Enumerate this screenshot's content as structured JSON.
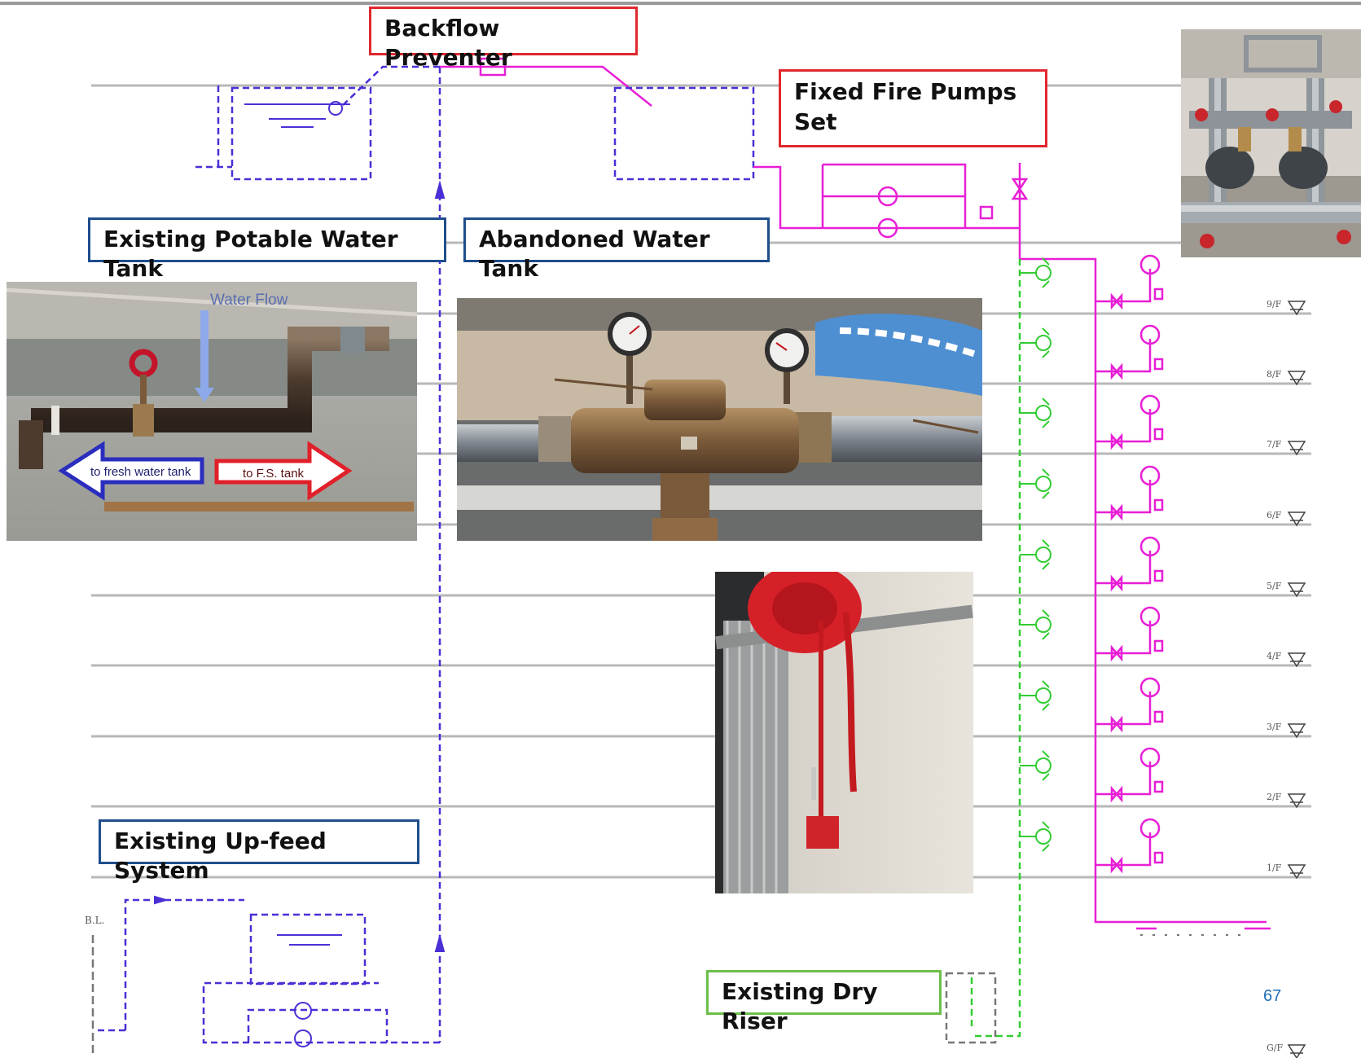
{
  "callouts": {
    "backflow_preventer": "Backflow Preventer",
    "fixed_fire_pumps_line1": "Fixed Fire Pumps",
    "fixed_fire_pumps_line2": "Set",
    "existing_potable_water_tank": "Existing Potable Water Tank",
    "abandoned_water_tank": "Abandoned Water Tank",
    "existing_up_feed_system": "Existing Up-feed System",
    "existing_dry_riser": "Existing Dry Riser"
  },
  "photo_labels": {
    "water_flow": "Water Flow",
    "to_fresh_water_tank": "to fresh water tank",
    "to_fs_tank": "to F.S. tank"
  },
  "floor_labels": [
    "9/F",
    "8/F",
    "7/F",
    "6/F",
    "5/F",
    "4/F",
    "3/F",
    "2/F",
    "1/F",
    "G/F"
  ],
  "bl_label": "B.L.",
  "page_number": "67",
  "colors": {
    "potable_water": "#4b2fd6",
    "fire_service": "#e81fd6",
    "dry_riser": "#33cc33",
    "callout_red": "#e0282e",
    "callout_blue": "#1f4e8c",
    "callout_green": "#6cc04a",
    "floor_line": "#b5b5b5"
  },
  "photos": [
    {
      "name": "fixed-fire-pumps-photo",
      "subject": "fixed fire pumps set"
    },
    {
      "name": "pipe-branch-photo",
      "subject": "pipe branch with water flow arrows"
    },
    {
      "name": "backflow-preventer-photo",
      "subject": "backflow preventer with pressure gauges"
    },
    {
      "name": "hose-reel-photo",
      "subject": "red hose reel in corridor"
    }
  ]
}
